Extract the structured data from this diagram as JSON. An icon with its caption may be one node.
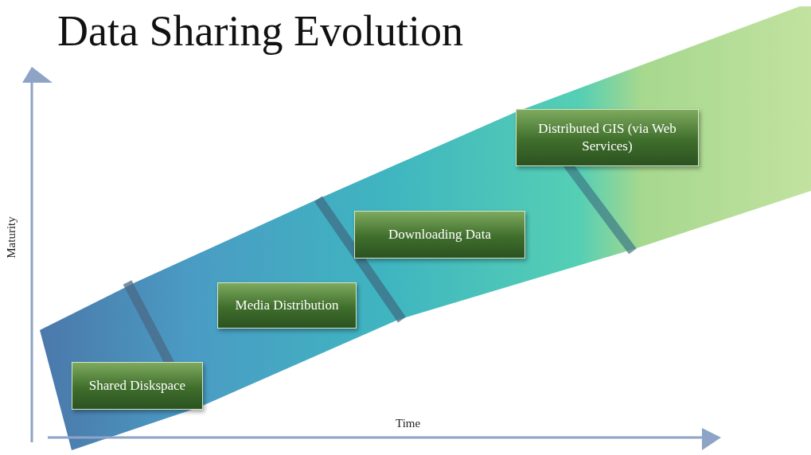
{
  "diagram": {
    "title": "Data Sharing Evolution",
    "nodes": [
      {
        "text": [
          "Shared Diskspace"
        ]
      },
      {
        "text": [
          "Media Distribution"
        ]
      },
      {
        "text": [
          "Downloading Data"
        ]
      },
      {
        "text": [
          "Distributed GIS (via Web Services)"
        ]
      }
    ],
    "labels": [
      "Maturity",
      "Time"
    ]
  }
}
